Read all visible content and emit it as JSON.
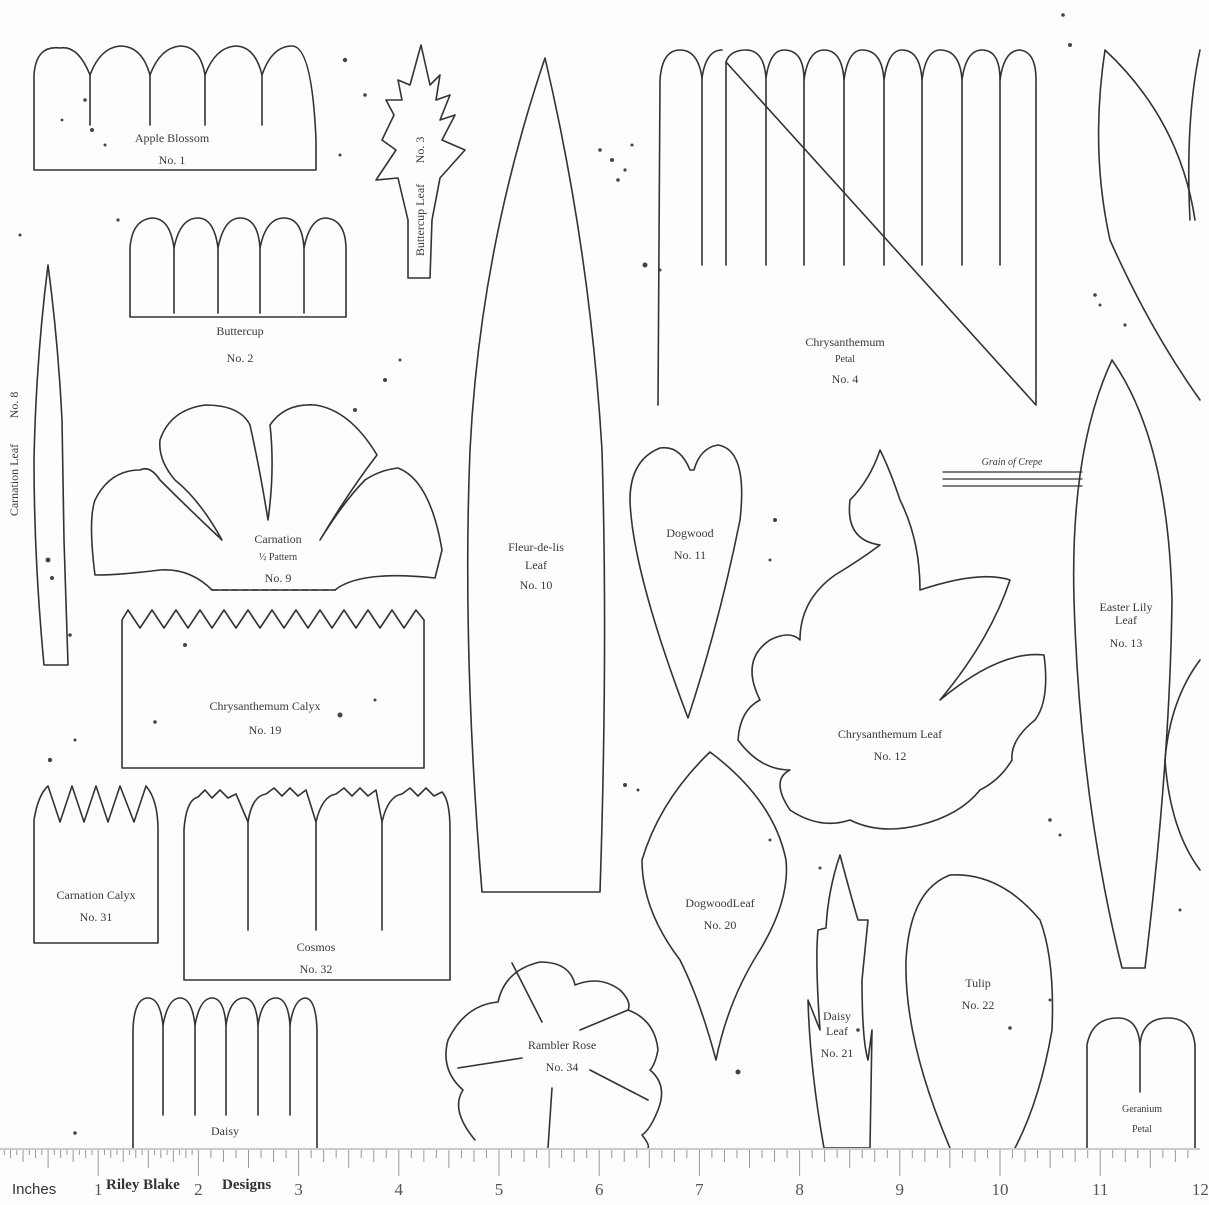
{
  "patterns": {
    "apple_blossom": {
      "name": "Apple Blossom",
      "number": "No. 1"
    },
    "buttercup": {
      "name": "Buttercup",
      "number": "No. 2"
    },
    "buttercup_leaf": {
      "name": "Buttercup Leaf",
      "number": "No. 3"
    },
    "chrysanthemum_petal": {
      "name": "Chrysanthemum",
      "sub": "Petal",
      "number": "No. 4"
    },
    "carnation_leaf": {
      "name": "Carnation Leaf",
      "number": "No. 8"
    },
    "carnation": {
      "name": "Carnation",
      "sub": "½ Pattern",
      "number": "No. 9"
    },
    "fleur_de_lis_leaf": {
      "name": "Fleur-de-lis",
      "sub": "Leaf",
      "number": "No. 10"
    },
    "dogwood": {
      "name": "Dogwood",
      "number": "No. 11"
    },
    "chrysanthemum_leaf": {
      "name": "Chrysanthemum Leaf",
      "number": "No. 12"
    },
    "easter_lily_leaf": {
      "name": "Easter Lily",
      "sub": "Leaf",
      "number": "No. 13"
    },
    "chrysanthemum_calyx": {
      "name": "Chrysanthemum Calyx",
      "number": "No. 19"
    },
    "dogwood_leaf": {
      "name": "DogwoodLeaf",
      "number": "No. 20"
    },
    "daisy_leaf": {
      "name": "Daisy",
      "sub": "Leaf",
      "number": "No. 21"
    },
    "tulip": {
      "name": "Tulip",
      "number": "No. 22"
    },
    "carnation_calyx": {
      "name": "Carnation Calyx",
      "number": "No. 31"
    },
    "cosmos": {
      "name": "Cosmos",
      "number": "No. 32"
    },
    "rambler_rose": {
      "name": "Rambler Rose",
      "number": "No. 34"
    },
    "daisy": {
      "name": "Daisy"
    },
    "geranium_petal": {
      "name": "Geranium",
      "sub": "Petal"
    }
  },
  "annotations": {
    "grain": "Grain of Crepe"
  },
  "ruler": {
    "unit_label": "Inches",
    "brand_1": "Riley Blake",
    "brand_2": "Designs",
    "numbers": [
      "1",
      "2",
      "3",
      "4",
      "5",
      "6",
      "7",
      "8",
      "9",
      "10",
      "11",
      "12"
    ]
  },
  "colors": {
    "ink": "#333333",
    "background": "#fdfdfd"
  }
}
